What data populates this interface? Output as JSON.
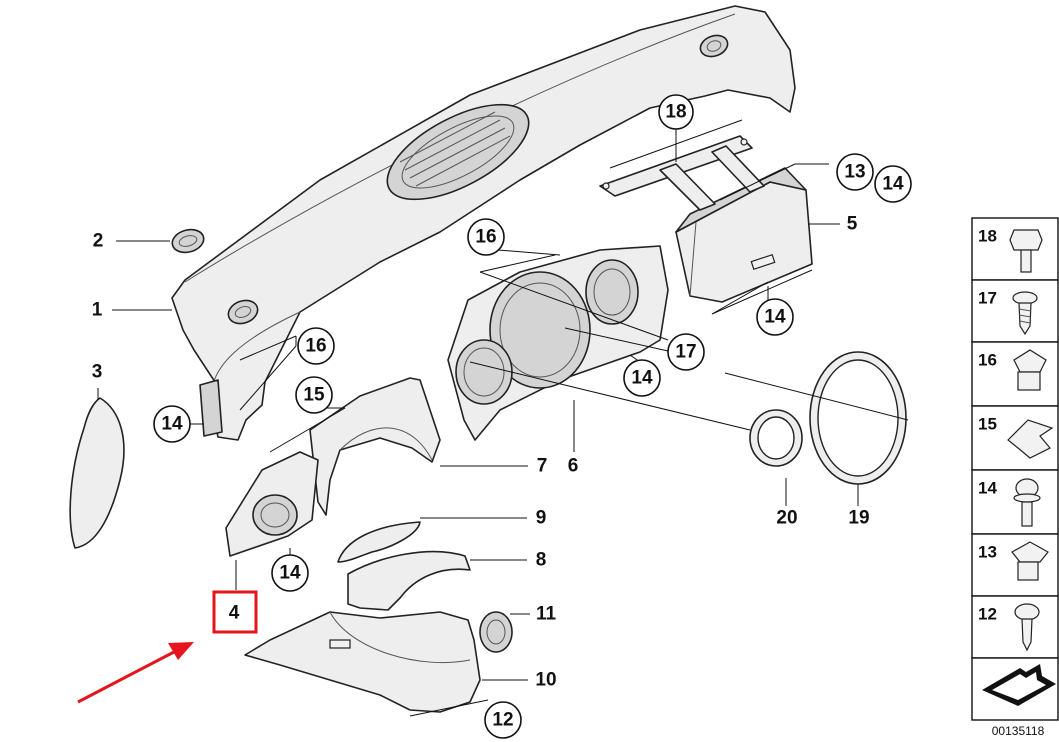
{
  "callouts": [
    {
      "label": "18",
      "circled": true
    },
    {
      "label": "13",
      "circled": true
    },
    {
      "label": "14",
      "circled": true
    },
    {
      "label": "5",
      "circled": false
    },
    {
      "label": "16",
      "circled": true
    },
    {
      "label": "2",
      "circled": false
    },
    {
      "label": "1",
      "circled": false
    },
    {
      "label": "16",
      "circled": true
    },
    {
      "label": "3",
      "circled": false
    },
    {
      "label": "14",
      "circled": true
    },
    {
      "label": "15",
      "circled": true
    },
    {
      "label": "17",
      "circled": true
    },
    {
      "label": "14",
      "circled": true
    },
    {
      "label": "14",
      "circled": true
    },
    {
      "label": "7",
      "circled": false
    },
    {
      "label": "6",
      "circled": false
    },
    {
      "label": "20",
      "circled": false
    },
    {
      "label": "19",
      "circled": false
    },
    {
      "label": "9",
      "circled": false
    },
    {
      "label": "8",
      "circled": false
    },
    {
      "label": "14",
      "circled": true
    },
    {
      "label": "4",
      "circled": false
    },
    {
      "label": "11",
      "circled": false
    },
    {
      "label": "10",
      "circled": false
    },
    {
      "label": "12",
      "circled": true
    }
  ],
  "legend": [
    {
      "label": "18",
      "icon": "hex-bolt-icon"
    },
    {
      "label": "17",
      "icon": "sheet-metal-screw-icon"
    },
    {
      "label": "16",
      "icon": "clip-nut-icon"
    },
    {
      "label": "15",
      "icon": "spring-clip-icon"
    },
    {
      "label": "14",
      "icon": "flange-bolt-icon"
    },
    {
      "label": "13",
      "icon": "clip-nut-icon"
    },
    {
      "label": "12",
      "icon": "pan-head-screw-icon"
    }
  ],
  "diagram_ref": "00135118",
  "highlight": {
    "target_label": "4",
    "color": "#e4151b"
  }
}
